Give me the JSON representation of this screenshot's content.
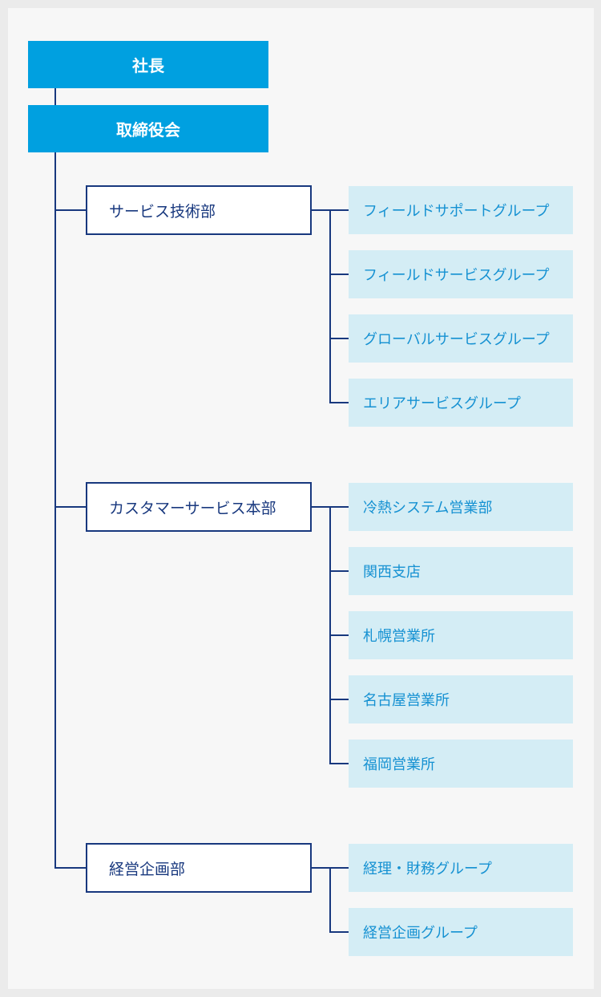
{
  "chart": {
    "executives": [
      {
        "label": "社長"
      },
      {
        "label": "取締役会"
      }
    ],
    "departments": [
      {
        "label": "サービス技術部",
        "groups": [
          "フィールドサポートグループ",
          "フィールドサービスグループ",
          "グローバルサービスグループ",
          "エリアサービスグループ"
        ]
      },
      {
        "label": "カスタマーサービス本部",
        "groups": [
          "冷熱システム営業部",
          "関西支店",
          "札幌営業所",
          "名古屋営業所",
          "福岡営業所"
        ]
      },
      {
        "label": "経営企画部",
        "groups": [
          "経理・財務グループ",
          "経営企画グループ"
        ]
      }
    ]
  },
  "colors": {
    "executive_fill": "#00a0e0",
    "department_border": "#18387e",
    "group_fill": "#d4edf5",
    "group_text": "#1591d2",
    "connector": "#18387e"
  }
}
